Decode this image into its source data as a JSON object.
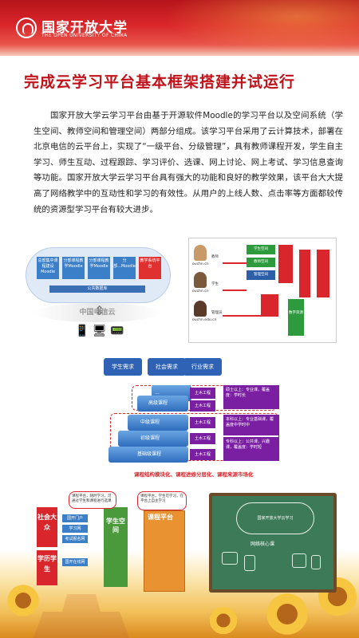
{
  "header": {
    "logo_cn": "国家开放大学",
    "logo_en": "THE OPEN UNIVERSITY OF CHINA"
  },
  "headline": "完成云学习平台基本框架搭建并试运行",
  "body": "国家开放大学云学习平台由基于开源软件Moodle的学习平台以及空间系统（学生空间、教师空间和管理空间）两部分组成。该学习平台采用了云计算技术，部署在北京电信的云平台上，实现了“一级平台、分级管理”，具有教师课程开发，学生自主学习、师生互动、过程跟踪、学习评价、选课、网上讨论、网上考试、学习信息查询等功能。国家开放大学云学习平台具有强大的功能和良好的教学效果，该平台大大提高了网络教学中的互动性和学习的有效性。从用户的上线人数、点击率等方面都较传统的资源型学习平台有较大进步。",
  "cloud_diagram": {
    "boxes": [
      "总部集中课程建设Moodle",
      "分部课程教学Moodle",
      "分部课程教学Moodle",
      "分部...Moodle",
      "教学系统平台"
    ],
    "bar": "公共数据库",
    "telecom": "中国电信云"
  },
  "space_diagram": {
    "urls": [
      "ouchn.cn",
      "ouchn.cn",
      "ouchn.edu.cn"
    ],
    "roles": [
      "教师",
      "学生",
      "管理员"
    ],
    "boxes": [
      "学生空间",
      "教师空间",
      "管理空间"
    ],
    "side": "数字资源"
  },
  "pyramid": {
    "top_tags": [
      "学生需求",
      "社会需求",
      "行业需求"
    ],
    "steps": [
      "...",
      "高级课程",
      "中级课程",
      "初级课程",
      "基础级课程"
    ],
    "tags": [
      "土木工程",
      "土木工程",
      "土木工程",
      "土木工程",
      "土木工程"
    ],
    "side_notes": [
      "硕士以上：专业课，覆盖度：学时长",
      "本科以上：专业基础课，覆盖度中学时中",
      "专科以上：公共课，兴趣课，覆盖度：学时短"
    ],
    "caption": "课程结构模块化、课程进修分层化、课程来源市场化"
  },
  "bottom_left": {
    "col1": "社会大众",
    "col1b": "学历学生",
    "items": [
      "国开门户",
      "学习网",
      "考试报名网",
      "国开在线网"
    ],
    "mid": "学生空间",
    "course_title": "课程平台",
    "bubble1": "课程平台，随时学习，可通过学生和课程进行选课",
    "bubble2": "课程平台，学生可学习，在平台上自主学习"
  },
  "blackboard": {
    "cloud": "国家开放大学云学习",
    "text": "网络核心课"
  }
}
